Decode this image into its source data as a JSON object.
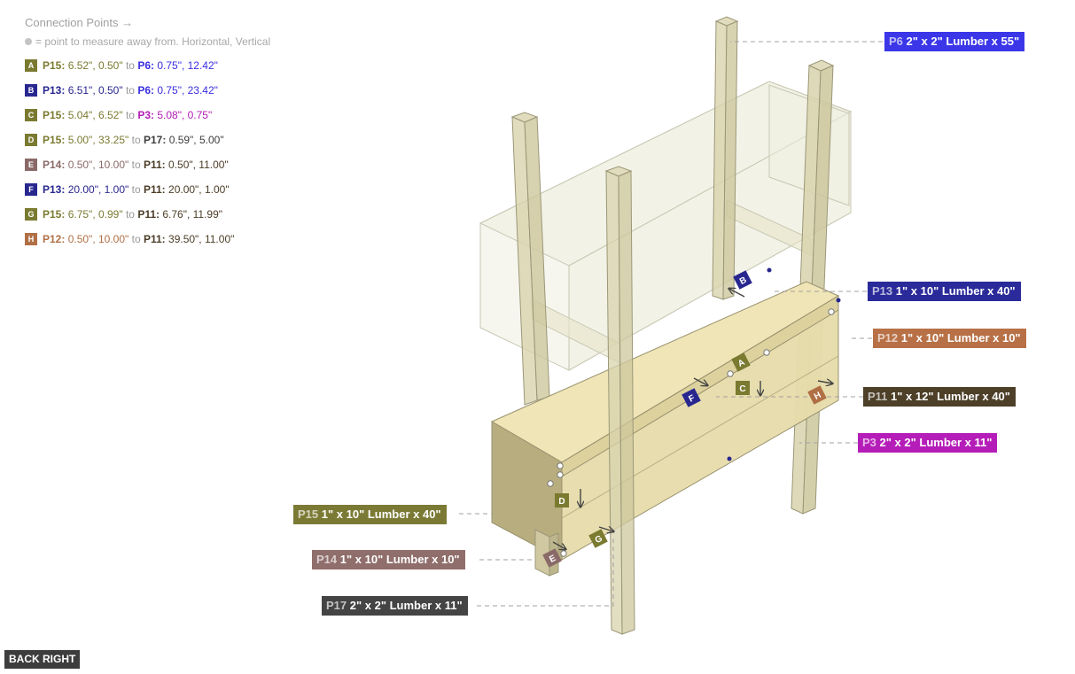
{
  "panel": {
    "title": "Connection Points →",
    "note": "= point to measure away from. Horizontal, Vertical"
  },
  "connections": [
    {
      "letter": "A",
      "color": "#7a7a30",
      "from_part": "P15:",
      "from_vals": "6.52\", 0.50\"",
      "from_color": "#7a7a30",
      "to_word": "to",
      "to_part": "P6:",
      "to_vals": "0.75\", 12.42\"",
      "to_color": "#3a2ee0"
    },
    {
      "letter": "B",
      "color": "#28278f",
      "from_part": "P13:",
      "from_vals": "6.51\", 0.50\"",
      "from_color": "#28278f",
      "to_word": "to",
      "to_part": "P6:",
      "to_vals": "0.75\", 23.42\"",
      "to_color": "#3a2ee0"
    },
    {
      "letter": "C",
      "color": "#7a7a30",
      "from_part": "P15:",
      "from_vals": "5.04\", 6.52\"",
      "from_color": "#7a7a30",
      "to_word": "to",
      "to_part": "P3:",
      "to_vals": "5.08\", 0.75\"",
      "to_color": "#b21bb5"
    },
    {
      "letter": "D",
      "color": "#7a7a30",
      "from_part": "P15:",
      "from_vals": "5.00\", 33.25\"",
      "from_color": "#7a7a30",
      "to_word": "to",
      "to_part": "P17:",
      "to_vals": "0.59\", 5.00\"",
      "to_color": "#3d3d3d"
    },
    {
      "letter": "E",
      "color": "#8a6a68",
      "from_part": "P14:",
      "from_vals": "0.50\", 10.00\"",
      "from_color": "#8a6a68",
      "to_word": "to",
      "to_part": "P11:",
      "to_vals": "0.50\", 11.00\"",
      "to_color": "#4a3c26"
    },
    {
      "letter": "F",
      "color": "#28278f",
      "from_part": "P13:",
      "from_vals": "20.00\", 1.00\"",
      "from_color": "#28278f",
      "to_word": "to",
      "to_part": "P11:",
      "to_vals": "20.00\", 1.00\"",
      "to_color": "#4a3c26"
    },
    {
      "letter": "G",
      "color": "#7a7a30",
      "from_part": "P15:",
      "from_vals": "6.75\", 0.99\"",
      "from_color": "#7a7a30",
      "to_word": "to",
      "to_part": "P11:",
      "to_vals": "6.76\", 11.99\"",
      "to_color": "#4a3c26"
    },
    {
      "letter": "H",
      "color": "#b06f45",
      "from_part": "P12:",
      "from_vals": "0.50\", 10.00\"",
      "from_color": "#b06f45",
      "to_word": "to",
      "to_part": "P11:",
      "to_vals": "39.50\", 11.00\"",
      "to_color": "#4a3c26"
    }
  ],
  "parts": [
    {
      "id": "P6",
      "desc": "2\" x 2\" Lumber x 55\"",
      "color": "#3b36e8"
    },
    {
      "id": "P13",
      "desc": "1\" x 10\" Lumber  x 40\"",
      "color": "#2a2a9a"
    },
    {
      "id": "P12",
      "desc": "1\" x 10\" Lumber  x 10\"",
      "color": "#b87147"
    },
    {
      "id": "P11",
      "desc": "1\" x 12\" Lumber  x 40\"",
      "color": "#4d3f28"
    },
    {
      "id": "P3",
      "desc": "2\" x 2\" Lumber x 11\"",
      "color": "#b51db8"
    },
    {
      "id": "P15",
      "desc": "1\" x 10\" Lumber  x 40\"",
      "color": "#7b7a35"
    },
    {
      "id": "P14",
      "desc": "1\" x 10\" Lumber  x 10\"",
      "color": "#8f6e6b"
    },
    {
      "id": "P17",
      "desc": "2\" x 2\" Lumber x 11\"",
      "color": "#444444"
    }
  ],
  "view_button": "BACK RIGHT"
}
